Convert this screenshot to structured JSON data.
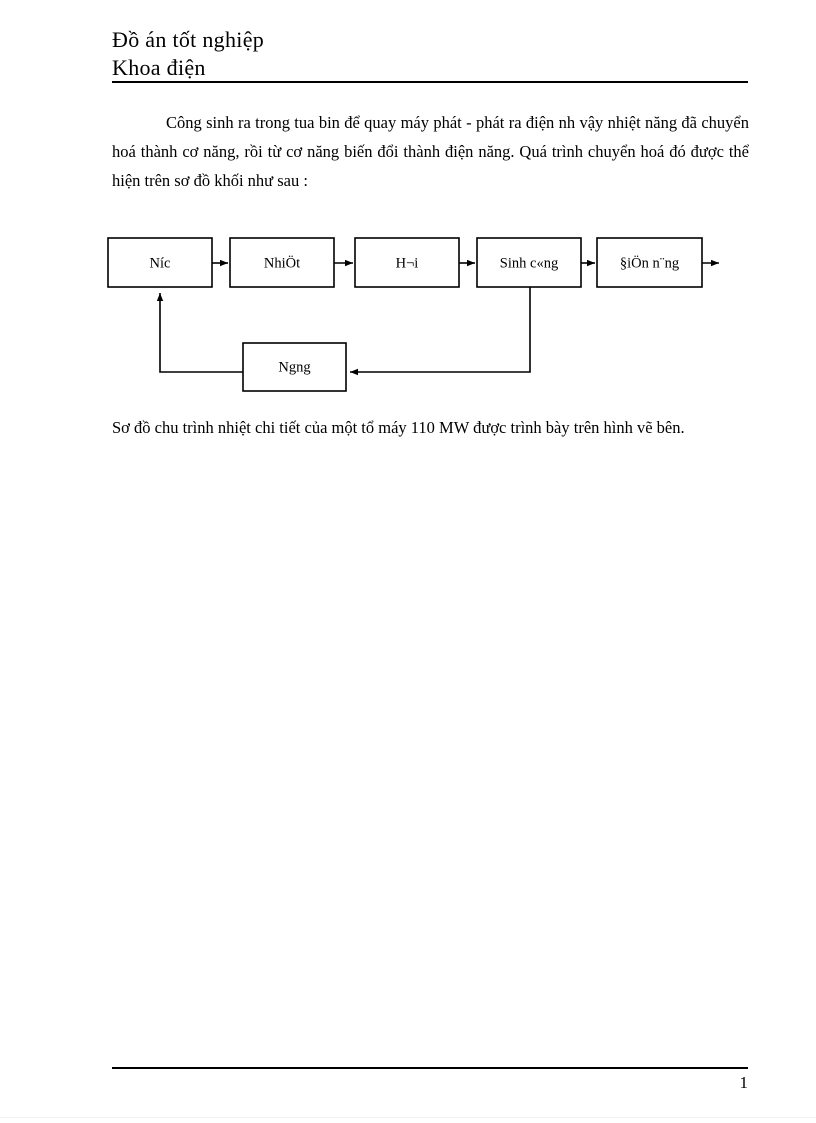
{
  "document": {
    "header": {
      "line1": "Đồ án tốt nghiệp",
      "line2": "Khoa điện"
    },
    "body": {
      "paragraph_1": "Công sinh ra trong tua bin để quay máy phát - phát ra điện nh  vậy nhiệt năng đã chuyển hoá thành  cơ năng, rồi từ cơ năng biến đổi thành điện năng. Quá trình chuyển hoá đó được thể hiện trên sơ đồ khối như sau :",
      "paragraph_2": "Sơ đồ chu trình nhiệt chi tiết của một tổ máy 110 MW được trình bày trên hình vẽ bên."
    },
    "footer": {
      "page_number": "1"
    }
  },
  "diagram": {
    "title": "so-do-khoi-chu-trinh-nhiet",
    "blocks": [
      {
        "id": "nuoc",
        "label": "Níc"
      },
      {
        "id": "nhiet",
        "label": "NhiÖt"
      },
      {
        "id": "hoi",
        "label": "H¬i"
      },
      {
        "id": "sinh-cong",
        "label": "Sinh  c«ng"
      },
      {
        "id": "dien-nang",
        "label": "§iÖn n¨ng"
      },
      {
        "id": "ngung",
        "label": "Ngng"
      }
    ],
    "connections": [
      {
        "from": "nuoc",
        "to": "nhiet"
      },
      {
        "from": "nhiet",
        "to": "hoi"
      },
      {
        "from": "hoi",
        "to": "sinh-cong"
      },
      {
        "from": "sinh-cong",
        "to": "dien-nang"
      },
      {
        "from": "dien-nang",
        "to": "output"
      },
      {
        "from": "sinh-cong",
        "to": "ngung"
      },
      {
        "from": "ngung",
        "to": "nuoc"
      }
    ]
  },
  "colors": {
    "ink": "#000000",
    "paper": "#ffffff"
  }
}
